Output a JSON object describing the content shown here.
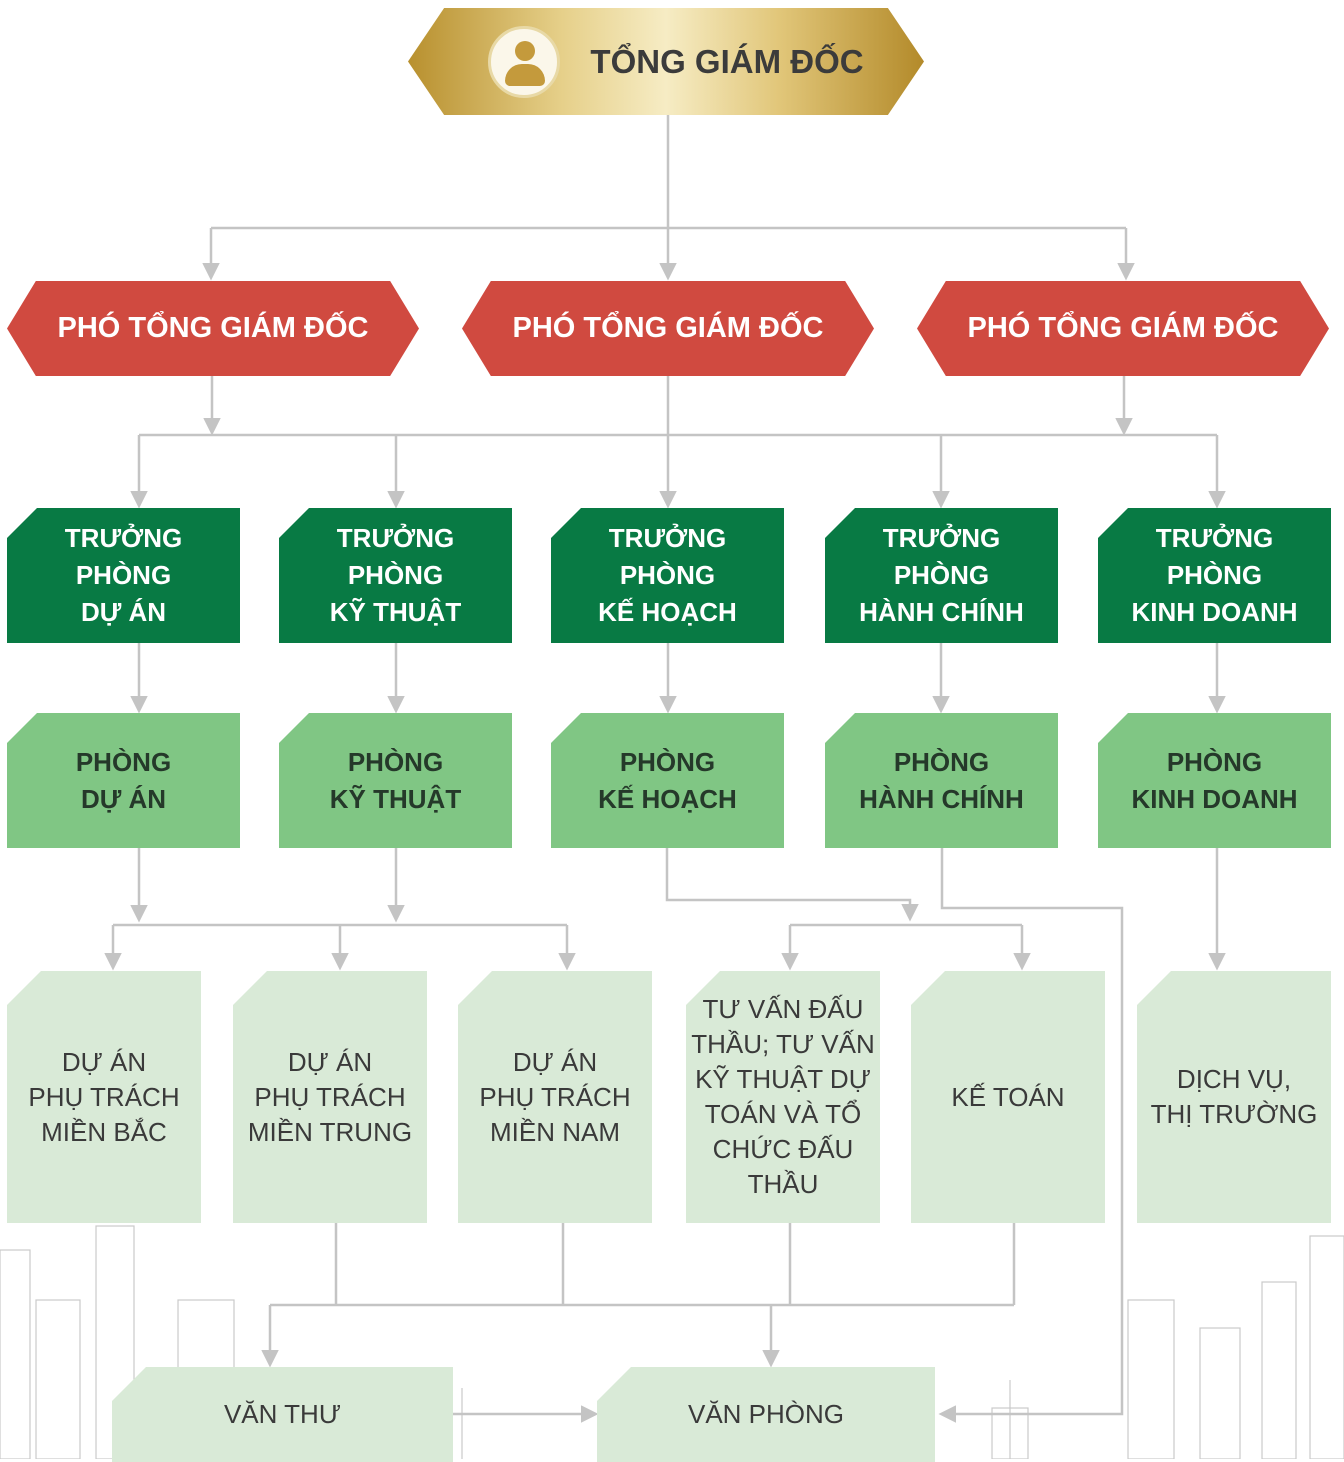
{
  "ceo": {
    "title": "TỔNG GIÁM ĐỐC",
    "icon": "person-icon"
  },
  "deputies": [
    {
      "label": "PHÓ TỔNG GIÁM ĐỐC"
    },
    {
      "label": "PHÓ TỔNG GIÁM ĐỐC"
    },
    {
      "label": "PHÓ TỔNG GIÁM ĐỐC"
    }
  ],
  "department_heads": [
    {
      "label": "TRƯỞNG\nPHÒNG\nDỰ ÁN"
    },
    {
      "label": "TRƯỞNG\nPHÒNG\nKỸ THUẬT"
    },
    {
      "label": "TRƯỞNG\nPHÒNG\nKẾ HOẠCH"
    },
    {
      "label": "TRƯỞNG\nPHÒNG\nHÀNH CHÍNH"
    },
    {
      "label": "TRƯỞNG\nPHÒNG\nKINH DOANH"
    }
  ],
  "departments": [
    {
      "label": "PHÒNG\nDỰ ÁN"
    },
    {
      "label": "PHÒNG\nKỸ THUẬT"
    },
    {
      "label": "PHÒNG\nKẾ HOẠCH"
    },
    {
      "label": "PHÒNG\nHÀNH CHÍNH"
    },
    {
      "label": "PHÒNG\nKINH DOANH"
    }
  ],
  "units": [
    {
      "label": "DỰ ÁN\nPHỤ TRÁCH\nMIỀN BẮC"
    },
    {
      "label": "DỰ ÁN\nPHỤ TRÁCH\nMIỀN TRUNG"
    },
    {
      "label": "DỰ ÁN\nPHỤ TRÁCH\nMIỀN NAM"
    },
    {
      "label": "TƯ VẤN ĐẤU\nTHẦU; TƯ VẤN\nKỸ THUẬT DỰ\nTOÁN VÀ TỔ\nCHỨC ĐẤU\nTHẦU"
    },
    {
      "label": "KẾ TOÁN"
    },
    {
      "label": "DỊCH VỤ,\nTHỊ TRƯỜNG"
    }
  ],
  "bottom": [
    {
      "label": "VĂN THƯ"
    },
    {
      "label": "VĂN PHÒNG"
    }
  ],
  "colors": {
    "gold": "#d9bd6b",
    "red": "#d04a40",
    "dark_green": "#087a44",
    "mid_green": "#80c684",
    "light_green": "#d9ead7",
    "connector": "#c4c4c4"
  }
}
